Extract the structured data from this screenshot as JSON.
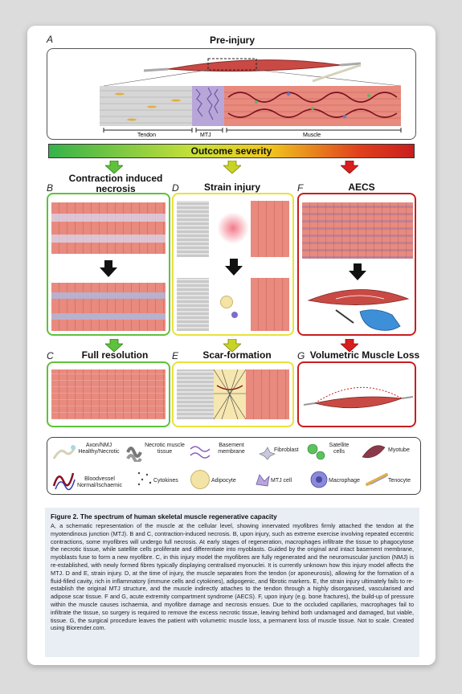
{
  "panels": {
    "a": {
      "letter": "A",
      "title": "Pre-injury",
      "labels": [
        "Tendon",
        "MTJ",
        "Muscle"
      ]
    },
    "severity": {
      "label": "Outcome severity"
    },
    "b": {
      "letter": "B",
      "title": "Contraction induced necrosis"
    },
    "d": {
      "letter": "D",
      "title": "Strain injury"
    },
    "f": {
      "letter": "F",
      "title": "AECS"
    },
    "c": {
      "letter": "C",
      "title": "Full resolution"
    },
    "e": {
      "letter": "E",
      "title": "Scar-formation"
    },
    "g": {
      "letter": "G",
      "title": "Volumetric Muscle Loss"
    }
  },
  "legend": {
    "axon": "Axon/NMJ Healthy/Necrotic",
    "necrotic": "Necrotic muscle tissue",
    "basement": "Basement membrane",
    "fibroblast": "Fibroblast",
    "satellite": "Satellite cells",
    "myotube": "Myotube",
    "blood": "Bloodvessel Normal/Ischaemic",
    "cytokines": "Cytokines",
    "adipocyte": "Adipocyte",
    "mtj": "MTJ cell",
    "macrophage": "Macrophage",
    "tenocyte": "Tenocyte"
  },
  "caption": {
    "title": "Figure 2.  The spectrum of human skeletal muscle regenerative capacity",
    "body": "A, a schematic representation of the muscle at the cellular level, showing innervated myofibres firmly attached the tendon at the myotendinous junction (MTJ). B and C, contraction-induced necrosis. B, upon injury, such as extreme exercise involving repeated eccentric contractions, some myofibres will undergo full necrosis. At early stages of regeneration, macrophages infiltrate the tissue to phagocytose the necrotic tissue, while satellite cells proliferate and differentiate into myoblasts. Guided by the original and intact basement membrane, myoblasts fuse to form a new myofibre. C, in this injury model the myofibres are fully regenerated and the neuromuscular junction (NMJ) is re-established, with newly formed fibres typically displaying centralised myonuclei. It is currently unknown how this injury model affects the MTJ. D and E, strain injury. D, at the time of injury, the muscle separates from the tendon (or aponeurosis), allowing for the formation of a fluid-filled cavity, rich in inflammatory (immune cells and cytokines), adipogenic, and fibrotic markers. E, the strain injury ultimately fails to re-establish the original MTJ structure, and the muscle indirectly attaches to the tendon through a highly disorganised, vascularised and adipose scar tissue. F and G, acute extremity compartment syndrome (AECS). F, upon injury (e.g. bone fractures), the build-up of pressure within the muscle causes ischaemia, and myofibre damage and necrosis ensues. Due to the occluded capillaries, macrophages fail to infiltrate the tissue, so surgery is required to remove the excess necrotic tissue, leaving behind both undamaged and damaged, but viable, tissue. G, the surgical procedure leaves the patient with volumetric muscle loss, a permanent loss of muscle tissue. Not to scale. Created using Biorender.com."
  }
}
